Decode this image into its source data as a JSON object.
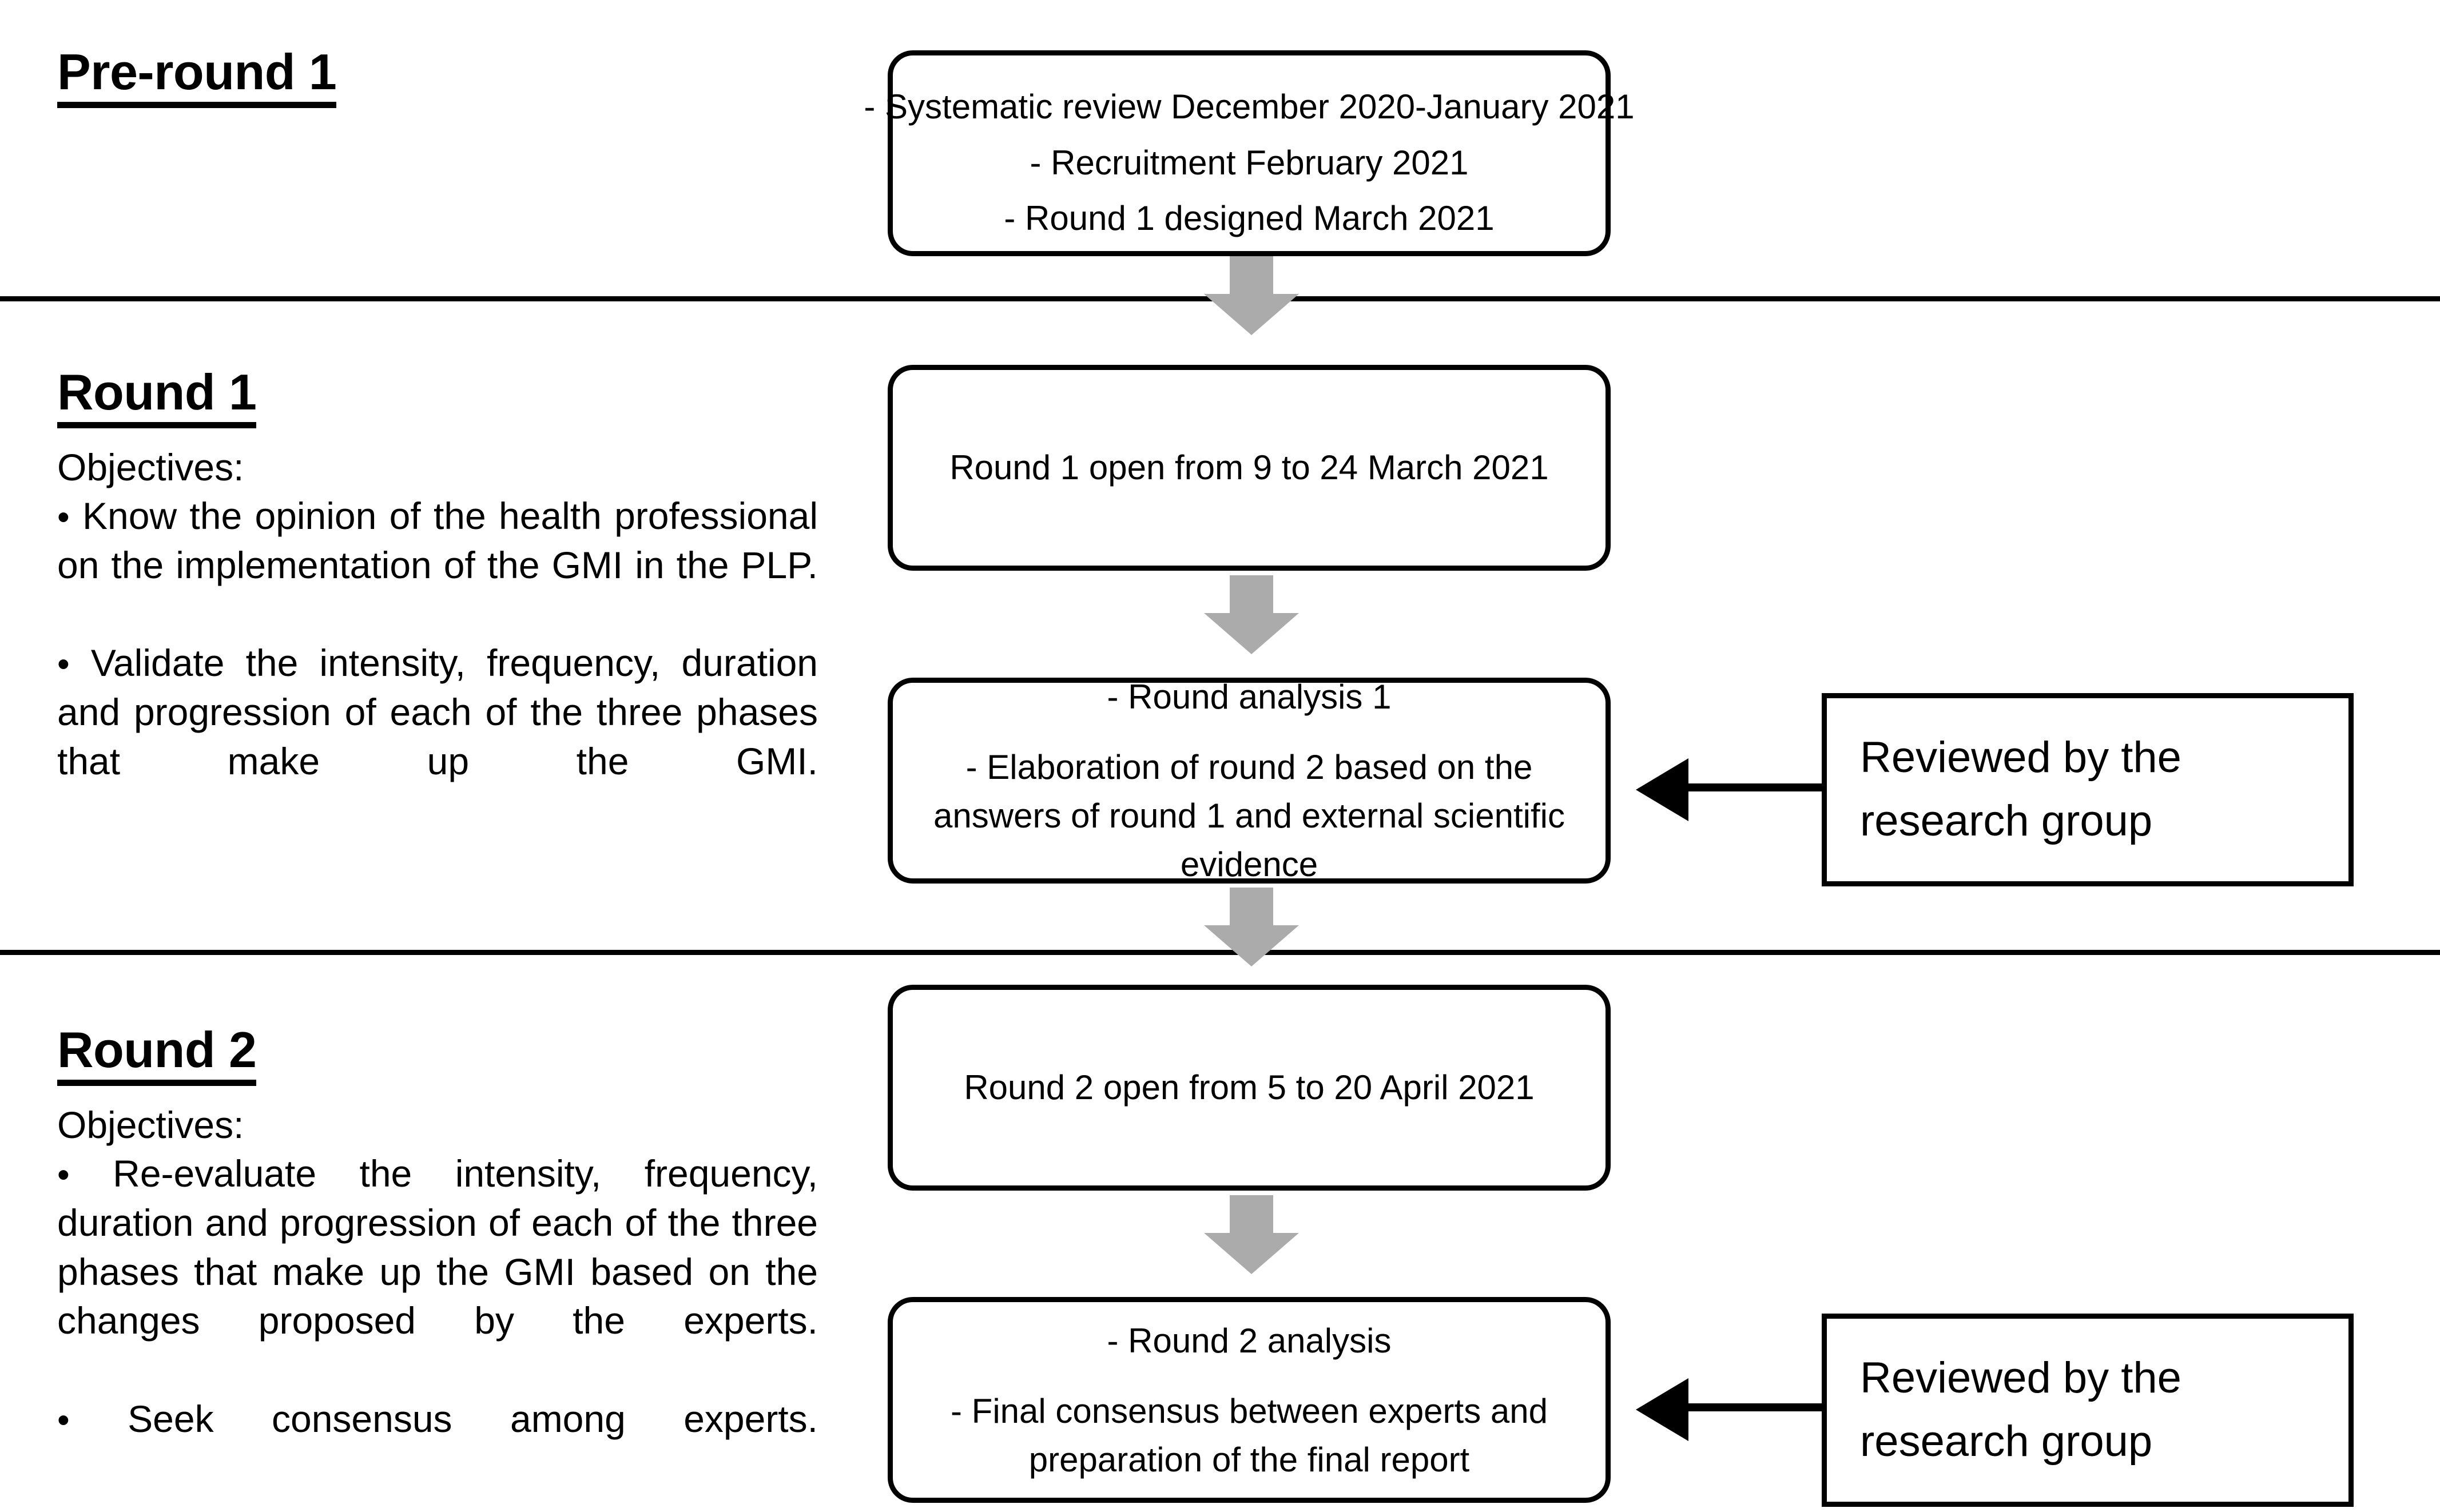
{
  "diagram": {
    "title": "Delphi study round flow diagram",
    "colors": {
      "line": "#000000",
      "arrow_gray": "#ABABAB",
      "background": "#FFFFFF"
    },
    "sections": [
      {
        "id": "pre-round-1",
        "title": "Pre-round 1",
        "objectives_label": "",
        "objectives": []
      },
      {
        "id": "round-1",
        "title": "Round 1",
        "objectives_label": "Objectives:",
        "objectives": [
          "Know the opinion of the health professional on the implementation of the GMI in the PLP.",
          "Validate the intensity, frequency, duration and progression of each of the three phases that make up the GMI."
        ]
      },
      {
        "id": "round-2",
        "title": "Round 2",
        "objectives_label": "Objectives:",
        "objectives": [
          "Re-evaluate the intensity, frequency, duration and progression of each of the three phases that make up the GMI based on the changes proposed by the experts.",
          "Seek consensus among experts."
        ]
      }
    ],
    "process_boxes": [
      {
        "id": "pre-round-1-box",
        "lines": [
          "- Systematic review December 2020-January 2021",
          "- Recruitment February 2021",
          "- Round 1 designed March 2021"
        ]
      },
      {
        "id": "round-1-open-box",
        "lines": [
          "Round 1 open from 9 to 24 March 2021"
        ]
      },
      {
        "id": "round-1-analysis-box",
        "lines": [
          "- Round analysis 1",
          "- Elaboration of round 2 based on the answers of round 1 and external scientific evidence"
        ]
      },
      {
        "id": "round-2-open-box",
        "lines": [
          "Round 2 open from 5 to 20 April 2021"
        ]
      },
      {
        "id": "round-2-analysis-box",
        "lines": [
          "- Round 2 analysis",
          "- Final consensus between experts and preparation of the final report"
        ]
      }
    ],
    "review_boxes": [
      {
        "id": "review-1",
        "text": "Reviewed by the research group"
      },
      {
        "id": "review-2",
        "text": "Reviewed by the research group"
      }
    ],
    "bullet_glyph": "•"
  }
}
